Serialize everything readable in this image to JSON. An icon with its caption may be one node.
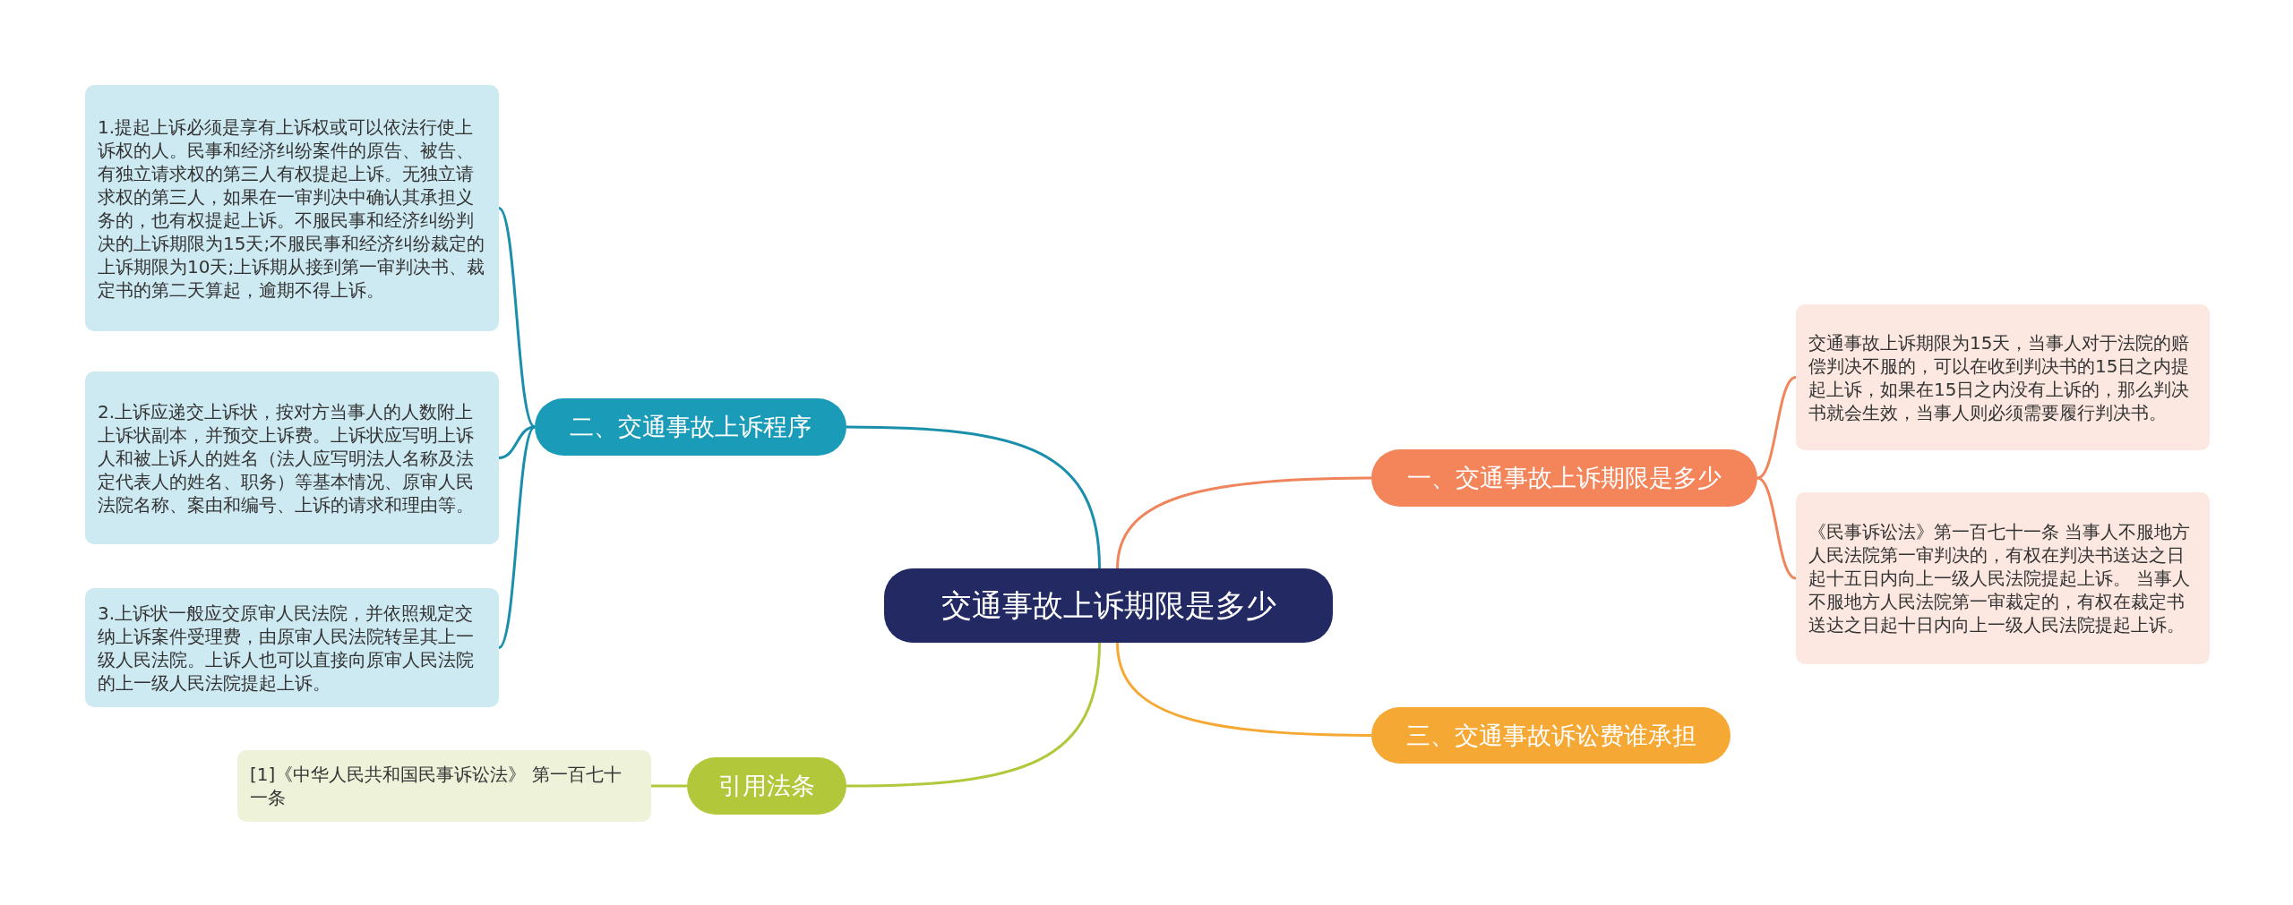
{
  "diagram": {
    "nodes": [
      {
        "text": [
          "交通事故上诉期限是多少"
        ]
      },
      {
        "text": [
          "一、交通事故上诉期限是多少"
        ]
      },
      {
        "text": [
          "交通事故上诉期限为15天，当事人对于法院的赔偿判决不服的，可以在收到判决书的15日之内提起上诉，如果在15日之内没有上诉的，那么判决书就会生效，当事人则必须需要履行判决书。"
        ]
      },
      {
        "text": [
          "《民事诉讼法》第一百七十一条 当事人不服地方人民法院第一审判决的，有权在判决书送达之日起十五日内向上一级人民法院提起上诉。 当事人不服地方人民法院第一审裁定的，有权在裁定书送达之日起十日内向上一级人民法院提起上诉。"
        ]
      },
      {
        "text": [
          "三、交通事故诉讼费谁承担"
        ]
      },
      {
        "text": [
          "二、交通事故上诉程序"
        ]
      },
      {
        "text": [
          "1.提起上诉必须是享有上诉权或可以依法行使上诉权的人。民事和经济纠纷案件的原告、被告、有独立请求权的第三人有权提起上诉。无独立请求权的第三人，如果在一审判决中确认其承担义务的，也有权提起上诉。不服民事和经济纠纷判决的上诉期限为15天;不服民事和经济纠纷裁定的上诉期限为10天;上诉期从接到第一审判决书、裁定书的第二天算起，逾期不得上诉。"
        ]
      },
      {
        "text": [
          "2.上诉应递交上诉状，按对方当事人的人数附上上诉状副本，并预交上诉费。上诉状应写明上诉人和被上诉人的姓名（法人应写明法人名称及法定代表人的姓名、职务）等基本情况、原审人民法院名称、案由和编号、上诉的请求和理由等。"
        ]
      },
      {
        "text": [
          "3.上诉状一般应交原审人民法院，并依照规定交纳上诉案件受理费，由原审人民法院转呈其上一级人民法院。上诉人也可以直接向原审人民法院的上一级人民法院提起上诉。"
        ]
      },
      {
        "text": [
          "引用法条"
        ]
      },
      {
        "text": [
          "[1]《中华人民共和国民事诉讼法》 第一百七十一条"
        ]
      }
    ],
    "edges": [
      {
        "from": 0,
        "to": 1,
        "arrow": "none",
        "color": "#f0845c"
      },
      {
        "from": 1,
        "to": 2,
        "arrow": "none",
        "color": "#f0845c"
      },
      {
        "from": 1,
        "to": 3,
        "arrow": "none",
        "color": "#f0845c"
      },
      {
        "from": 0,
        "to": 4,
        "arrow": "none",
        "color": "#f5a833"
      },
      {
        "from": 0,
        "to": 5,
        "arrow": "none",
        "color": "#1a8fab"
      },
      {
        "from": 5,
        "to": 6,
        "arrow": "none",
        "color": "#1a8fab"
      },
      {
        "from": 5,
        "to": 7,
        "arrow": "none",
        "color": "#1a8fab"
      },
      {
        "from": 5,
        "to": 8,
        "arrow": "none",
        "color": "#1a8fab"
      },
      {
        "from": 0,
        "to": 9,
        "arrow": "none",
        "color": "#b2c73a"
      },
      {
        "from": 9,
        "to": 10,
        "arrow": "none",
        "color": "#b2c73a"
      }
    ]
  }
}
